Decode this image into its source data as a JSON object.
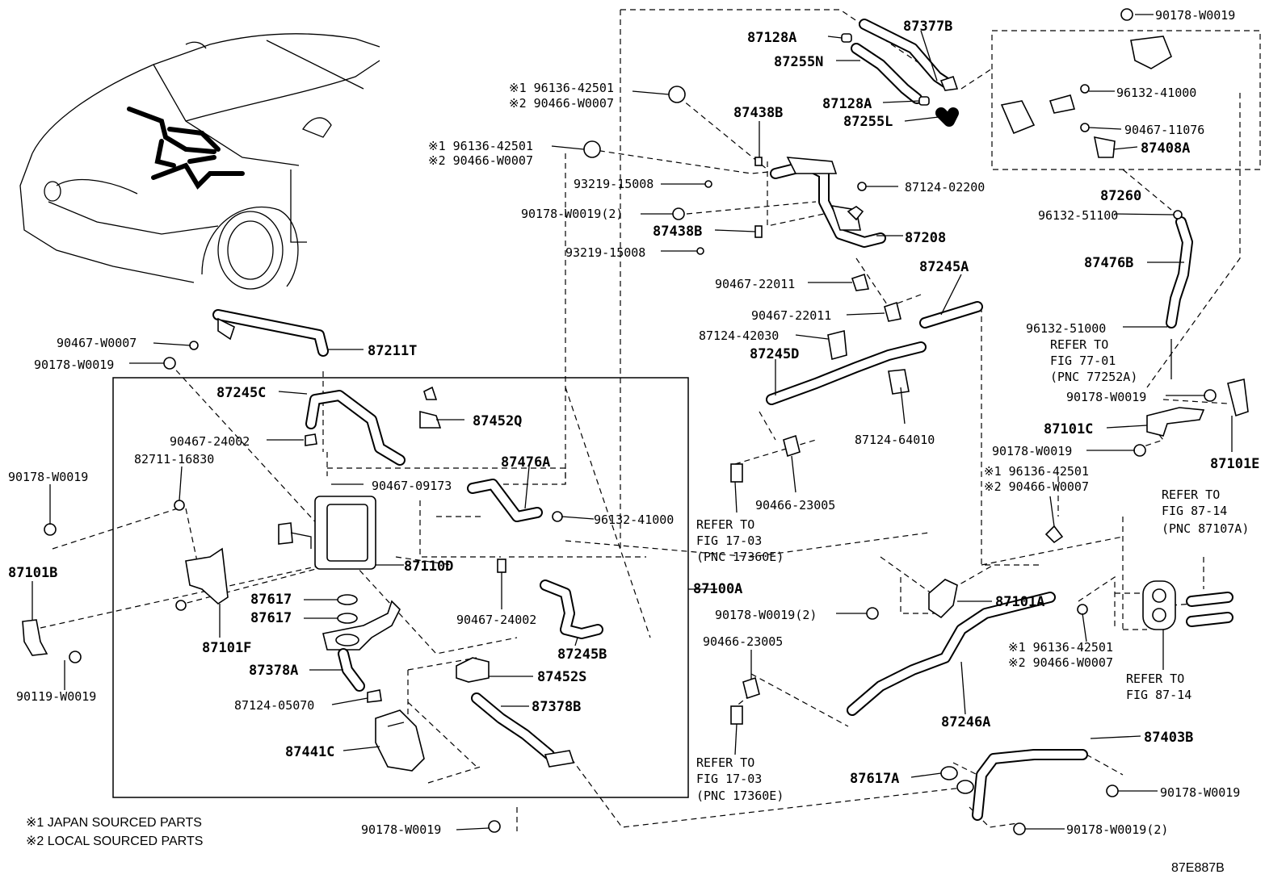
{
  "diagram": {
    "code": "87E887B",
    "notes": [
      "※1 JAPAN SOURCED PARTS",
      "※2 LOCAL SOURCED PARTS"
    ],
    "labels": [
      {
        "id": "l1",
        "text": "90178-W0019",
        "size": "small"
      },
      {
        "id": "l2",
        "text": "87377B",
        "size": "big"
      },
      {
        "id": "l3",
        "text": "87128A",
        "size": "big"
      },
      {
        "id": "l4",
        "text": "87255N",
        "size": "big"
      },
      {
        "id": "l5",
        "text": "87128A",
        "size": "big"
      },
      {
        "id": "l6",
        "text": "87255L",
        "size": "big"
      },
      {
        "id": "l7",
        "text": "※1 96136-42501",
        "size": "small"
      },
      {
        "id": "l8",
        "text": "※2 90466-W0007",
        "size": "small"
      },
      {
        "id": "l9",
        "text": "87438B",
        "size": "big"
      },
      {
        "id": "l10",
        "text": "※1 96136-42501",
        "size": "small"
      },
      {
        "id": "l11",
        "text": "※2 90466-W0007",
        "size": "small"
      },
      {
        "id": "l12",
        "text": "93219-15008",
        "size": "small"
      },
      {
        "id": "l13",
        "text": "87124-02200",
        "size": "small"
      },
      {
        "id": "l14",
        "text": "90178-W0019(2)",
        "size": "small"
      },
      {
        "id": "l15",
        "text": "87438B",
        "size": "big"
      },
      {
        "id": "l16",
        "text": "87208",
        "size": "big"
      },
      {
        "id": "l17",
        "text": "93219-15008",
        "size": "small"
      },
      {
        "id": "l18",
        "text": "96132-41000",
        "size": "small"
      },
      {
        "id": "l19",
        "text": "90467-11076",
        "size": "small"
      },
      {
        "id": "l20",
        "text": "87408A",
        "size": "big"
      },
      {
        "id": "l21",
        "text": "87260",
        "size": "big"
      },
      {
        "id": "l22",
        "text": "96132-51100",
        "size": "small"
      },
      {
        "id": "l23",
        "text": "87476B",
        "size": "big"
      },
      {
        "id": "l24",
        "text": "87245A",
        "size": "big"
      },
      {
        "id": "l25",
        "text": "90467-22011",
        "size": "small"
      },
      {
        "id": "l26",
        "text": "90467-22011",
        "size": "small"
      },
      {
        "id": "l27",
        "text": "87124-42030",
        "size": "small"
      },
      {
        "id": "l28",
        "text": "87245D",
        "size": "big"
      },
      {
        "id": "l29",
        "text": "96132-51000",
        "size": "small"
      },
      {
        "id": "l30",
        "text": "REFER TO",
        "size": "small"
      },
      {
        "id": "l31",
        "text": "FIG 77-01",
        "size": "small"
      },
      {
        "id": "l32",
        "text": "(PNC 77252A)",
        "size": "small"
      },
      {
        "id": "l33",
        "text": "90467-W0007",
        "size": "small"
      },
      {
        "id": "l34",
        "text": "87211T",
        "size": "big"
      },
      {
        "id": "l35",
        "text": "90178-W0019",
        "size": "small"
      },
      {
        "id": "l36",
        "text": "87245C",
        "size": "big"
      },
      {
        "id": "l37",
        "text": "87452Q",
        "size": "big"
      },
      {
        "id": "l38",
        "text": "90467-24002",
        "size": "small"
      },
      {
        "id": "l39",
        "text": "82711-16830",
        "size": "small"
      },
      {
        "id": "l40",
        "text": "90178-W0019",
        "size": "small"
      },
      {
        "id": "l41",
        "text": "87476A",
        "size": "big"
      },
      {
        "id": "l42",
        "text": "90467-09173",
        "size": "small"
      },
      {
        "id": "l43",
        "text": "96132-41000",
        "size": "small"
      },
      {
        "id": "l44",
        "text": "87124-64010",
        "size": "small"
      },
      {
        "id": "l45",
        "text": "90178-W0019",
        "size": "small"
      },
      {
        "id": "l46",
        "text": "87101C",
        "size": "big"
      },
      {
        "id": "l47",
        "text": "90178-W0019",
        "size": "small"
      },
      {
        "id": "l48",
        "text": "87101E",
        "size": "big"
      },
      {
        "id": "l49",
        "text": "90466-23005",
        "size": "small"
      },
      {
        "id": "l50",
        "text": "REFER TO",
        "size": "small"
      },
      {
        "id": "l51",
        "text": "FIG 17-03",
        "size": "small"
      },
      {
        "id": "l52",
        "text": "(PNC 17360E)",
        "size": "small"
      },
      {
        "id": "l53",
        "text": "※1 96136-42501",
        "size": "small"
      },
      {
        "id": "l54",
        "text": "※2 90466-W0007",
        "size": "small"
      },
      {
        "id": "l55",
        "text": "REFER TO",
        "size": "small"
      },
      {
        "id": "l56",
        "text": "FIG 87-14",
        "size": "small"
      },
      {
        "id": "l57",
        "text": "(PNC 87107A)",
        "size": "small"
      },
      {
        "id": "l58",
        "text": "87101B",
        "size": "big"
      },
      {
        "id": "l59",
        "text": "87110D",
        "size": "big"
      },
      {
        "id": "l60",
        "text": "87100A",
        "size": "big"
      },
      {
        "id": "l61",
        "text": "87617",
        "size": "big"
      },
      {
        "id": "l62",
        "text": "87617",
        "size": "big"
      },
      {
        "id": "l63",
        "text": "90467-24002",
        "size": "small"
      },
      {
        "id": "l64",
        "text": "87101F",
        "size": "big"
      },
      {
        "id": "l65",
        "text": "87245B",
        "size": "big"
      },
      {
        "id": "l66",
        "text": "87101A",
        "size": "big"
      },
      {
        "id": "l67",
        "text": "90178-W0019(2)",
        "size": "small"
      },
      {
        "id": "l68",
        "text": "90466-23005",
        "size": "small"
      },
      {
        "id": "l69",
        "text": "87378A",
        "size": "big"
      },
      {
        "id": "l70",
        "text": "87452S",
        "size": "big"
      },
      {
        "id": "l71",
        "text": "90119-W0019",
        "size": "small"
      },
      {
        "id": "l72",
        "text": "87124-05070",
        "size": "small"
      },
      {
        "id": "l73",
        "text": "87378B",
        "size": "big"
      },
      {
        "id": "l74",
        "text": "※1 96136-42501",
        "size": "small"
      },
      {
        "id": "l75",
        "text": "※2 90466-W0007",
        "size": "small"
      },
      {
        "id": "l76",
        "text": "REFER TO",
        "size": "small"
      },
      {
        "id": "l77",
        "text": "FIG 87-14",
        "size": "small"
      },
      {
        "id": "l78",
        "text": "87246A",
        "size": "big"
      },
      {
        "id": "l79",
        "text": "87441C",
        "size": "big"
      },
      {
        "id": "l80",
        "text": "REFER TO",
        "size": "small"
      },
      {
        "id": "l81",
        "text": "FIG 17-03",
        "size": "small"
      },
      {
        "id": "l82",
        "text": "(PNC 17360E)",
        "size": "small"
      },
      {
        "id": "l83",
        "text": "87403B",
        "size": "big"
      },
      {
        "id": "l84",
        "text": "87617A",
        "size": "big"
      },
      {
        "id": "l85",
        "text": "90178-W0019",
        "size": "small"
      },
      {
        "id": "l86",
        "text": "90178-W0019",
        "size": "small"
      },
      {
        "id": "l87",
        "text": "90178-W0019(2)",
        "size": "small"
      }
    ]
  }
}
